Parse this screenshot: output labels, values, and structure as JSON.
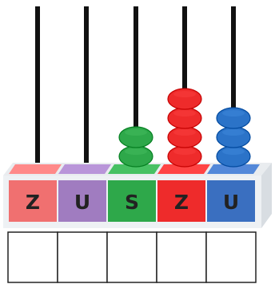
{
  "abacus": {
    "columns": [
      {
        "label": "Z",
        "color": "#f07070",
        "bead_count": 0,
        "bead_color": ""
      },
      {
        "label": "U",
        "color": "#a07cc0",
        "bead_count": 0,
        "bead_color": ""
      },
      {
        "label": "S",
        "color": "#2ea84a",
        "bead_count": 2,
        "bead_color": "#2ea84a"
      },
      {
        "label": "Z",
        "color": "#ee2b2b",
        "bead_count": 4,
        "bead_color": "#ee2b2b"
      },
      {
        "label": "U",
        "color": "#3a6fc0",
        "bead_count": 3,
        "bead_color": "#2b73c8"
      }
    ],
    "answer_cells": [
      "",
      "",
      "",
      "",
      ""
    ]
  }
}
